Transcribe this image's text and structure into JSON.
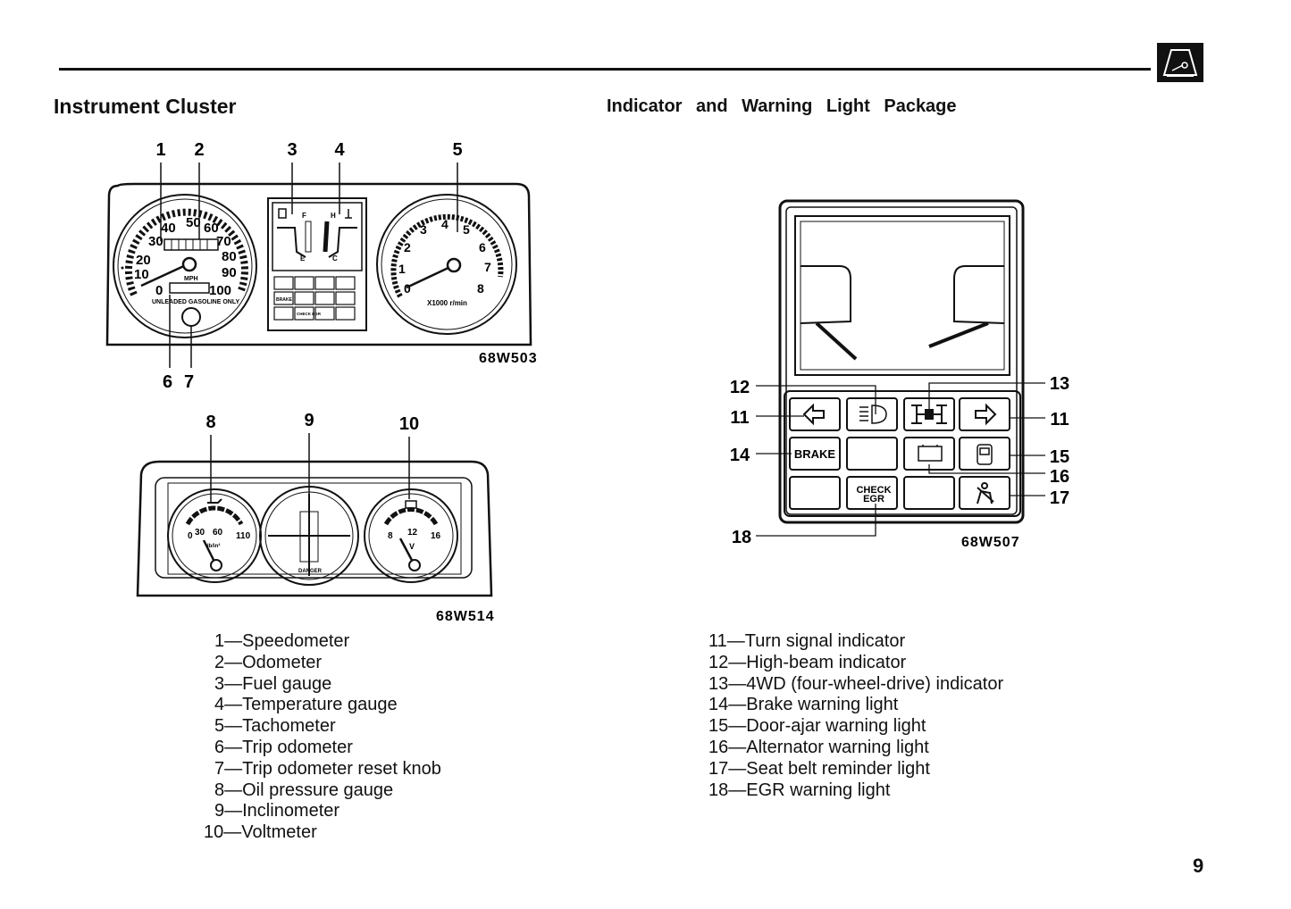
{
  "page": {
    "number": "9",
    "left_title": "Instrument Cluster",
    "right_title": "Indicator and Warning Light Package"
  },
  "figures": {
    "cluster": {
      "code": "68W503",
      "callouts_top": [
        "1",
        "2",
        "3",
        "4",
        "5"
      ],
      "callouts_bottom": [
        "6",
        "7"
      ],
      "speedo_ticks": [
        "0",
        "10",
        "20",
        "30",
        "40",
        "50",
        "60",
        "70",
        "80",
        "90",
        "100"
      ],
      "speedo_unit": "MPH",
      "fuel_note": "UNLEADED GASOLINE ONLY",
      "tach_ticks": [
        "0",
        "1",
        "2",
        "3",
        "4",
        "5",
        "6",
        "7",
        "8"
      ],
      "tach_unit": "X1000 r/min",
      "fuel_marks": [
        "F",
        "E"
      ],
      "temp_marks": [
        "H",
        "C"
      ],
      "mini_labels": [
        "BRAKE",
        "CHECK EGR"
      ]
    },
    "aux": {
      "code": "68W514",
      "callouts": [
        "8",
        "9",
        "10"
      ],
      "oil_ticks": [
        "0",
        "30",
        "60",
        "110"
      ],
      "oil_unit": "lb/in²",
      "volt_ticks": [
        "8",
        "12",
        "16"
      ],
      "volt_unit": "V",
      "incline_label": "DANGER"
    },
    "package": {
      "code": "68W507",
      "callouts_left": [
        "12",
        "11",
        "14",
        "18"
      ],
      "callouts_right": [
        "13",
        "11",
        "15",
        "16",
        "17"
      ],
      "brake_label": "BRAKE",
      "egr_label_1": "CHECK",
      "egr_label_2": "EGR"
    }
  },
  "legend_left": [
    "1—Speedometer",
    "2—Odometer",
    "3—Fuel gauge",
    "4—Temperature gauge",
    "5—Tachometer",
    "6—Trip odometer",
    "7—Trip odometer reset knob",
    "8—Oil pressure gauge",
    "9—Inclinometer",
    "10—Voltmeter"
  ],
  "legend_right": [
    "11—Turn signal indicator",
    "12—High-beam indicator",
    "13—4WD (four-wheel-drive) indicator",
    "14—Brake warning light",
    "15—Door-ajar warning light",
    "16—Alternator warning light",
    "17—Seat belt reminder light",
    "18—EGR warning light"
  ],
  "icons": [
    "gauge-icon",
    "turn-left-icon",
    "high-beam-icon",
    "4wd-icon",
    "turn-right-icon",
    "battery-icon",
    "door-ajar-icon",
    "seat-belt-icon",
    "fuel-pump-icon",
    "thermometer-icon",
    "oil-can-icon"
  ]
}
